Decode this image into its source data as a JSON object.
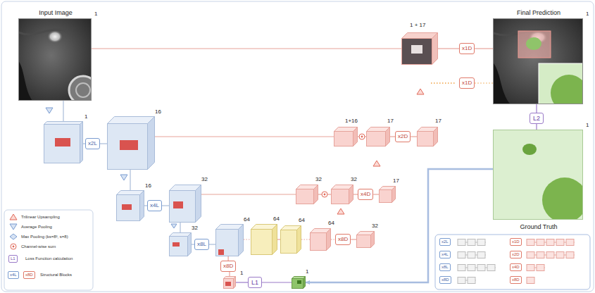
{
  "diagram": {
    "nodes": [
      {
        "text": [
          "Input Image",
          "1"
        ]
      },
      {
        "text": [
          "1"
        ]
      },
      {
        "text": [
          "x2L"
        ]
      },
      {
        "text": [
          "16"
        ]
      },
      {
        "text": [
          "16"
        ]
      },
      {
        "text": [
          "x4L"
        ]
      },
      {
        "text": [
          "32"
        ]
      },
      {
        "text": [
          "32"
        ]
      },
      {
        "text": [
          "x8L"
        ]
      },
      {
        "text": [
          "64"
        ]
      },
      {
        "text": [
          "x8D"
        ]
      },
      {
        "text": [
          "1"
        ]
      },
      {
        "text": [
          "L1"
        ]
      },
      {
        "text": [
          "1"
        ]
      },
      {
        "text": [
          "64"
        ]
      },
      {
        "text": [
          "64"
        ]
      },
      {
        "text": [
          "64"
        ]
      },
      {
        "text": [
          "x8D"
        ]
      },
      {
        "text": [
          "32"
        ]
      },
      {
        "text": [
          "32"
        ]
      },
      {
        "text": [
          "32"
        ]
      },
      {
        "text": [
          "x4D"
        ]
      },
      {
        "text": [
          "17"
        ]
      },
      {
        "text": [
          "1+16"
        ]
      },
      {
        "text": [
          "17"
        ]
      },
      {
        "text": [
          "x2D"
        ]
      },
      {
        "text": [
          "17"
        ]
      },
      {
        "text": [
          "1 + 17"
        ]
      },
      {
        "text": [
          "x1D"
        ]
      },
      {
        "text": [
          "Final Prediction",
          "1"
        ]
      },
      {
        "text": [
          "x1D"
        ]
      },
      {
        "text": [
          "L2"
        ]
      },
      {
        "text": [
          "1",
          "Ground Truth"
        ]
      }
    ],
    "edges": [
      {
        "from": 0,
        "to": 1,
        "arrow": "none"
      },
      {
        "from": 1,
        "to": 2,
        "arrow": "none"
      },
      {
        "from": 2,
        "to": 3,
        "arrow": "none"
      },
      {
        "from": 3,
        "to": 4,
        "arrow": "none"
      },
      {
        "from": 4,
        "to": 5,
        "arrow": "none"
      },
      {
        "from": 5,
        "to": 6,
        "arrow": "none"
      },
      {
        "from": 6,
        "to": 7,
        "arrow": "none"
      },
      {
        "from": 7,
        "to": 8,
        "arrow": "none"
      },
      {
        "from": 8,
        "to": 9,
        "arrow": "none"
      },
      {
        "from": 9,
        "to": 10,
        "arrow": "none"
      },
      {
        "from": 10,
        "to": 11,
        "arrow": "none"
      },
      {
        "from": 11,
        "to": 12,
        "arrow": "none"
      },
      {
        "from": 12,
        "to": 13,
        "arrow": "none"
      },
      {
        "from": 32,
        "to": 13,
        "arrow": "to"
      },
      {
        "from": 9,
        "to": 14,
        "arrow": "none"
      },
      {
        "from": 14,
        "to": 15,
        "arrow": "none"
      },
      {
        "from": 15,
        "to": 16,
        "arrow": "none"
      },
      {
        "from": 16,
        "to": 17,
        "arrow": "none"
      },
      {
        "from": 17,
        "to": 18,
        "arrow": "none"
      },
      {
        "from": 6,
        "to": 19,
        "arrow": "none"
      },
      {
        "from": 19,
        "to": 20,
        "arrow": "none"
      },
      {
        "from": 20,
        "to": 21,
        "arrow": "none"
      },
      {
        "from": 21,
        "to": 22,
        "arrow": "none"
      },
      {
        "from": 3,
        "to": 23,
        "arrow": "none"
      },
      {
        "from": 23,
        "to": 24,
        "arrow": "none"
      },
      {
        "from": 24,
        "to": 25,
        "arrow": "none"
      },
      {
        "from": 25,
        "to": 26,
        "arrow": "none"
      },
      {
        "from": 0,
        "to": 27,
        "arrow": "none"
      },
      {
        "from": 27,
        "to": 28,
        "arrow": "none"
      },
      {
        "from": 28,
        "to": 29,
        "arrow": "none"
      },
      {
        "from": 30,
        "to": 29,
        "arrow": "none"
      },
      {
        "from": 29,
        "to": 31,
        "arrow": "none"
      },
      {
        "from": 31,
        "to": 32,
        "arrow": "none"
      }
    ],
    "labels": [
      "L1",
      "x4L",
      "x8D",
      "x2L",
      "x4L",
      "x8L",
      "x8D",
      "x1D",
      "x2D",
      "x4D",
      "x8D"
    ],
    "legend": [
      {
        "text": "Trilinear Upsampling"
      },
      {
        "text": "Average Pooling"
      },
      {
        "text": "Max Pooling (ks=8³, s=8)"
      },
      {
        "text": "Channel-wise sum"
      },
      {
        "text": "Loss Function calculation"
      },
      {
        "text": "Structural Blocks"
      }
    ]
  }
}
